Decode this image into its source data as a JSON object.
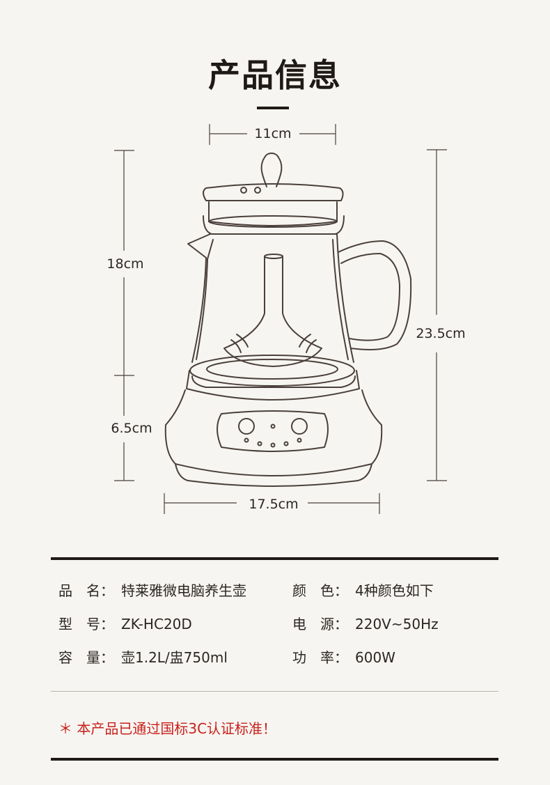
{
  "page": {
    "title": "产品信息"
  },
  "dimensions": {
    "width_top": "11cm",
    "body_height": "18cm",
    "base_height": "6.5cm",
    "total_height": "23.5cm",
    "base_width": "17.5cm"
  },
  "specs": {
    "name_label": "品　名：",
    "name_value": "特莱雅微电脑养生壶",
    "color_label": "颜　色：",
    "color_value": "4种颜色如下",
    "model_label": "型　号：",
    "model_value": "ZK-HC20D",
    "power_src_label": "电　源：",
    "power_src_value": "220V~50Hz",
    "capacity_label": "容　量：",
    "capacity_value": "壶1.2L/盅750ml",
    "wattage_label": "功　率：",
    "wattage_value": "600W"
  },
  "notice": {
    "text": "＊ 本产品已通过国标3C认证标准！"
  },
  "colors": {
    "background": "#f7f5f1",
    "line_art": "#4a3f3a",
    "notice_red": "#c8201c"
  }
}
